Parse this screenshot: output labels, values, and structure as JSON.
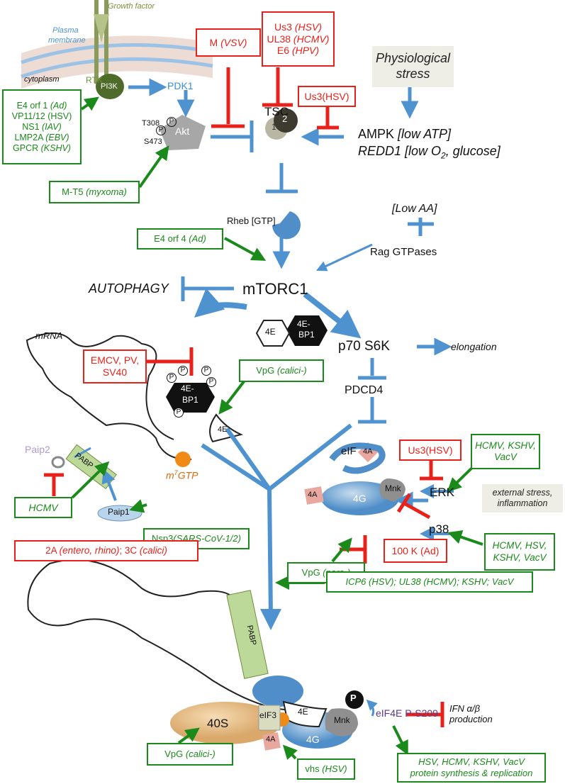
{
  "membrane": {
    "growth_factor": "Growth factor",
    "plasma": "Plasma",
    "membrane": "membrane",
    "cytoplasm": "cytoplasm",
    "rtk": "RTK",
    "pi3k": "PI3K"
  },
  "upstream": {
    "pdk1": "PDK1",
    "akt": "Akt",
    "t308": "T308",
    "s473": "S473",
    "p": "P"
  },
  "viral_akt": {
    "lines": [
      {
        "a": "E4 orf 1 ",
        "b": "(Ad)"
      },
      {
        "a": "VP11/12 (HSV)",
        "b": ""
      },
      {
        "a": "NS1 ",
        "b": "(IAV)"
      },
      {
        "a": "LMP2A ",
        "b": "(EBV)"
      },
      {
        "a": "GPCR ",
        "b": "(KSHV)"
      }
    ]
  },
  "mt5": {
    "a": "M-T5 ",
    "b": "(myxoma)"
  },
  "m_vsv": {
    "a": "M ",
    "b": "(VSV)"
  },
  "us3_box": {
    "lines": [
      {
        "a": "Us3 ",
        "b": "(HSV)"
      },
      {
        "a": "UL38 ",
        "b": "(HCMV)"
      },
      {
        "a": "E6 ",
        "b": "(HPV)"
      }
    ]
  },
  "us3_hsv": "Us3(HSV)",
  "physio": {
    "l1": "Physiological",
    "l2": "stress"
  },
  "tsc": {
    "label": "TSC",
    "one": "1",
    "two": "2"
  },
  "ampk": {
    "ampk": "AMPK  ",
    "ampk_b": "[low ATP]",
    "redd": "REDD1 [low O",
    "sub": "2",
    "redd_b": ", glucose]"
  },
  "rheb": "Rheb [GTP]",
  "low_aa": "[Low AA]",
  "rag": "Rag GTPases",
  "e4orf4": {
    "a": "E4 orf 4 ",
    "b": "(Ad)"
  },
  "mtorc1": "mTORC1",
  "autophagy": "AUTOPHAGY",
  "fourE": "4E",
  "fourEbp1_a": "4E-",
  "fourEbp1_b": "BP1",
  "p70": "p70 S6K",
  "elongation": "elongation",
  "emcv": {
    "l1": "EMCV, PV,",
    "l2": "SV40"
  },
  "mrna": "mRNA",
  "vpg_calici": {
    "a": "VpG ",
    "b": "(calici-)"
  },
  "pdcd4": "PDCD4",
  "eif": "eIF",
  "fourA": "4A",
  "fourG": "4G",
  "mnk": "Mnk",
  "paip2": "Paip2",
  "pabp": "PABP",
  "m7gtp": {
    "a": "m",
    "sup": "7",
    "b": "GTP"
  },
  "paip1": "Paip1",
  "hcmv": "HCMV",
  "nsp3": {
    "a": "Nsp3",
    "b": "(SARS-CoV-1/2)"
  },
  "us3_right": "Us3(HSV)",
  "hkv1": {
    "l1": "HCMV, KSHV,",
    "l2": "VacV"
  },
  "erk": "ERK",
  "ext_stress": {
    "l1": "external stress,",
    "l2": "inflammation"
  },
  "p38": "p38",
  "hkv2": {
    "l1": "HCMV, HSV,",
    "l2": "KSHV, VacV"
  },
  "k100": "100 K (Ad)",
  "vpg_noro": {
    "a": "VpG ",
    "b": "(noro-)"
  },
  "twoA": {
    "a": "2A ",
    "b": "(entero, rhino)",
    "c": "; 3C ",
    "d": "(calici)"
  },
  "icp6": {
    "a": "ICP6 (HSV); UL38 (HCMV); KSHV; VacV"
  },
  "fortyS": "40S",
  "eif3": "eIF3",
  "eif4e_p": "eIF4E P-S209",
  "ifn": {
    "l1": "IFN α/β",
    "l2": "production"
  },
  "vpg_calici2": {
    "a": "VpG ",
    "b": "(calici-)"
  },
  "vhs": {
    "a": "vhs ",
    "b": "(HSV)"
  },
  "outcome": {
    "l1": "HSV, HCMV, KSHV, VacV",
    "l2": "protein synthesis & replication"
  },
  "colors": {
    "green": "#1a8a1a",
    "red": "#e8211a",
    "blue": "#4f92d0"
  }
}
